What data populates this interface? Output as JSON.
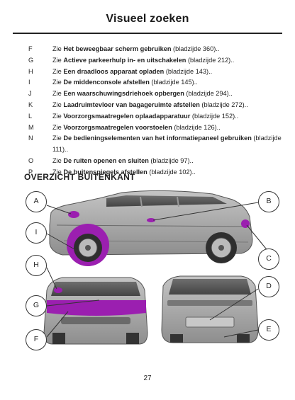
{
  "page_title": "Visueel zoeken",
  "references": [
    {
      "letter": "F",
      "prefix": "Zie ",
      "bold": "Het beweegbaar scherm gebruiken",
      "suffix": " (bladzijde 360).."
    },
    {
      "letter": "G",
      "prefix": "Zie ",
      "bold": "Actieve parkeerhulp in- en uitschakelen",
      "suffix": " (bladzijde 212).."
    },
    {
      "letter": "H",
      "prefix": "Zie ",
      "bold": "Een draadloos apparaat opladen",
      "suffix": " (bladzijde 143).."
    },
    {
      "letter": "I",
      "prefix": "Zie ",
      "bold": "De middenconsole afstellen",
      "suffix": " (bladzijde 145).."
    },
    {
      "letter": "J",
      "prefix": "Zie ",
      "bold": "Een waarschuwingsdriehoek opbergen",
      "suffix": " (bladzijde 294).."
    },
    {
      "letter": "K",
      "prefix": "Zie ",
      "bold": "Laadruimtevloer van bagageruimte afstellen",
      "suffix": " (bladzijde 272).."
    },
    {
      "letter": "L",
      "prefix": "Zie ",
      "bold": "Voorzorgsmaatregelen oplaadapparatuur",
      "suffix": " (bladzijde 152).."
    },
    {
      "letter": "M",
      "prefix": "Zie ",
      "bold": "Voorzorgsmaatregelen voorstoelen",
      "suffix": " (bladzijde 126).."
    },
    {
      "letter": "N",
      "prefix": "Zie ",
      "bold": "De bedieningselementen van het informatiepaneel gebruiken",
      "suffix": " (bladzijde 111).."
    },
    {
      "letter": "O",
      "prefix": "Zie ",
      "bold": "De ruiten openen en sluiten",
      "suffix": " (bladzijde 97).."
    },
    {
      "letter": "P",
      "prefix": "Zie ",
      "bold": "De buitenspiegels afstellen",
      "suffix": " (bladzijde 102).."
    }
  ],
  "section_heading": "OVERZICHT BUITENKANT",
  "callouts": {
    "A": "A",
    "B": "B",
    "C": "C",
    "D": "D",
    "E": "E",
    "F": "F",
    "G": "G",
    "H": "H",
    "I": "I"
  },
  "colors": {
    "highlight": "#9b1fb0",
    "car_body": "#a9a9a9",
    "car_dark": "#5a5a5a"
  },
  "page_number": "27"
}
